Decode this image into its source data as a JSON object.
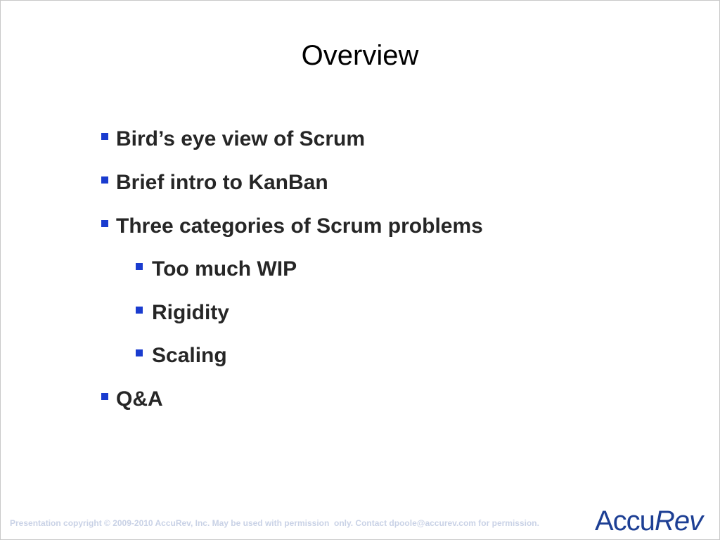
{
  "slide": {
    "title": "Overview",
    "bullets": [
      {
        "text": "Bird’s eye view of Scrum",
        "level": 1
      },
      {
        "text": "Brief intro to KanBan",
        "level": 1
      },
      {
        "text": "Three categories of Scrum problems",
        "level": 1
      },
      {
        "text": "Too much WIP",
        "level": 2
      },
      {
        "text": "Rigidity",
        "level": 2
      },
      {
        "text": "Scaling",
        "level": 2
      },
      {
        "text": "Q&A",
        "level": 1
      }
    ],
    "footer": "Presentation copyright © 2009-2010 AccuRev, Inc. May be used with permission  only. Contact dpoole@accurev.com for permission.",
    "logo": {
      "part_a": "Accu",
      "part_b": "Rev"
    }
  },
  "colors": {
    "bullet_marker": "#1a3ccf",
    "bullet_text": "#262626",
    "footer_text": "#c9d2e6",
    "logo": "#1d3f94"
  },
  "icons": {
    "bullet_marker": "square-bullet-icon"
  }
}
